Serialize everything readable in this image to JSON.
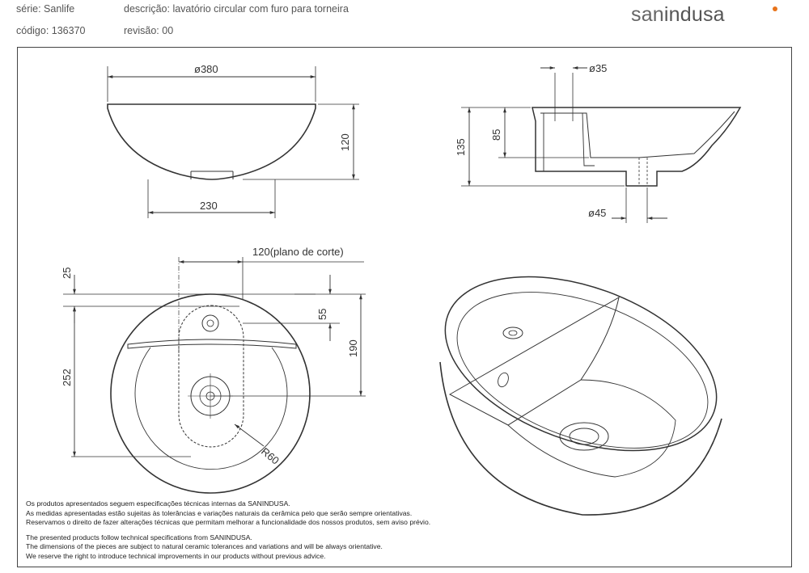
{
  "header": {
    "serie_label": "série: Sanlife",
    "codigo_label": "código: 136370",
    "descricao_label": "descrição: lavatório circular com furo para torneira",
    "revisao_label": "revisão: 00",
    "logo_text_a": "san",
    "logo_text_b": "indusa",
    "logo_accent": "#e8731a"
  },
  "dimensions": {
    "top_width": "ø380",
    "height": "120",
    "base_width": "230",
    "tap_hole": "ø35",
    "depth": "85",
    "total_height": "135",
    "drain": "ø45",
    "cut_plane": "120(plano de corte)",
    "ledge": "25",
    "hole_offset": "55",
    "plan_190": "190",
    "plan_252": "252",
    "radius": "R60"
  },
  "notes": {
    "pt_1": "Os produtos apresentados seguem especificações técnicas internas da SANINDUSA.",
    "pt_2": "As medidas apresentadas estão sujeitas às tolerâncias e variações naturais da cerâmica pelo que serão sempre orientativas.",
    "pt_3": "Reservamos o direito de fazer alterações técnicas que permitam melhorar a funcionalidade dos nossos produtos, sem aviso prévio.",
    "en_1": "The presented products follow technical specifications from SANINDUSA.",
    "en_2": "The dimensions of the pieces are subject to natural ceramic tolerances and variations and will be always orientative.",
    "en_3": "We reserve the right to introduce technical improvements in our products without previous advice."
  }
}
